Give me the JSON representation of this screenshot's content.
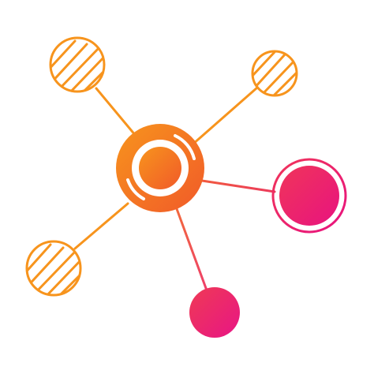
{
  "icon": {
    "name": "network-nodes-icon",
    "colors": {
      "orange": "#f7941d",
      "orange_deep": "#f26522",
      "pink": "#ec008c",
      "red": "#ef3b4b",
      "background": "#ffffff"
    },
    "nodes": [
      {
        "name": "hub-node",
        "style": "ring-with-core"
      },
      {
        "name": "top-left-node",
        "style": "hatched-circle"
      },
      {
        "name": "top-right-node",
        "style": "hatched-circle"
      },
      {
        "name": "bottom-left-node",
        "style": "hatched-circle"
      },
      {
        "name": "right-node",
        "style": "ringed-solid-circle"
      },
      {
        "name": "bottom-node",
        "style": "solid-circle"
      }
    ]
  }
}
